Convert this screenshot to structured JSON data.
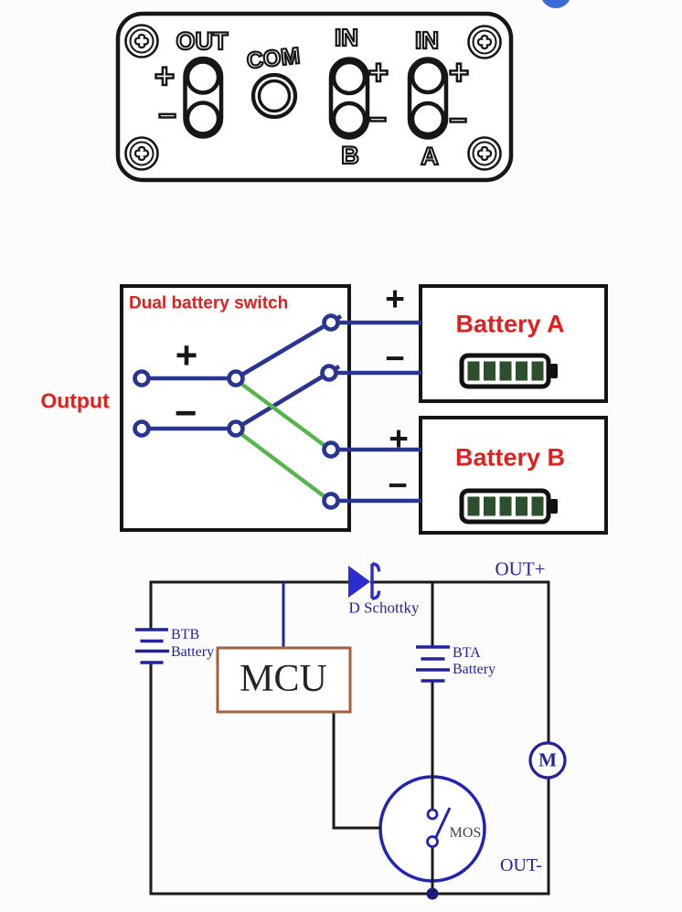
{
  "panel": {
    "out": "OUT",
    "com": "COM",
    "in_b": "IN",
    "in_a": "IN",
    "b": "B",
    "a": "A"
  },
  "symbols": {
    "plus": "+",
    "minus": "−"
  },
  "switch": {
    "title": "Dual battery switch",
    "output": "Output",
    "battery_a": "Battery A",
    "battery_b": "Battery B"
  },
  "circuit": {
    "out_plus": "OUT+",
    "out_minus": "OUT-",
    "diode_label": "D Schottky",
    "btb_line1": "BTB",
    "btb_line2": "Battery",
    "bta_line1": "BTA",
    "bta_line2": "Battery",
    "mcu": "MCU",
    "mos": "MOS",
    "motor": "M"
  },
  "colors": {
    "wire_blue": "#283593",
    "wire_green": "#58b44c",
    "accent_red": "#e02020",
    "circuit_navy": "#22229e",
    "diode_blue": "#2b2bd0",
    "mcu_border_brown": "#a5603f",
    "battery_bar_green": "#2d4f2d",
    "top_dot_blue": "#3b6bd6",
    "wire_black": "#1b1b1b"
  }
}
